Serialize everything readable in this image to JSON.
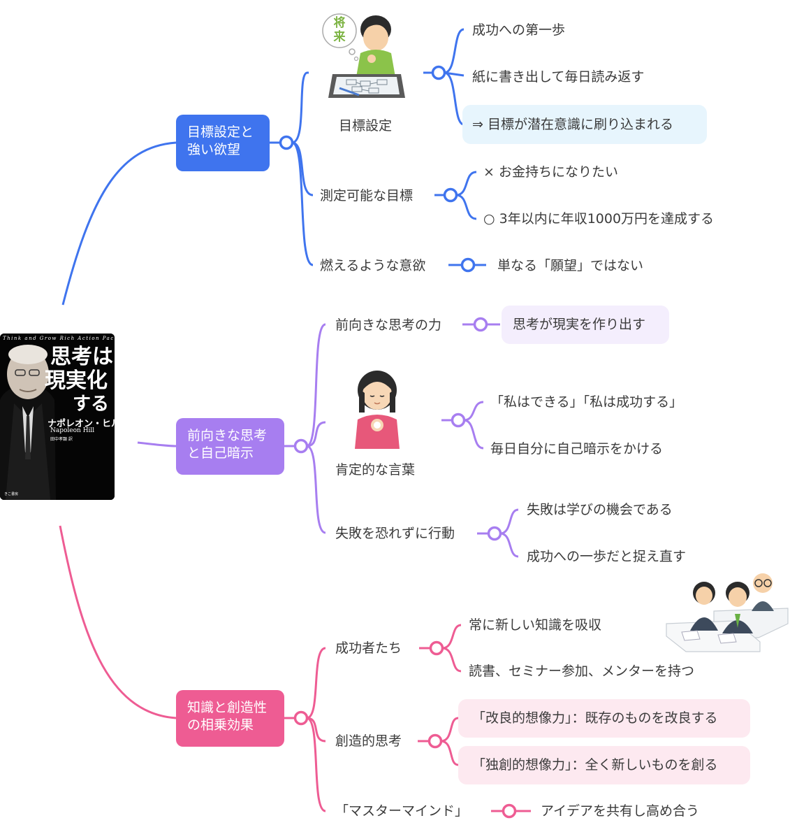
{
  "colors": {
    "blue": "#3f74ee",
    "purple": "#a77ef0",
    "pink": "#ee5c93",
    "blue_light": "#e7f5fd",
    "purple_light": "#f4eefd",
    "pink_light": "#fde9f0"
  },
  "book": {
    "series": "Think and Grow Rich Action Pack",
    "title_lines": [
      "思考は",
      "現実化",
      "する"
    ],
    "author_jp": "ナポレオン・ヒル",
    "author_en": "Napoleon Hill",
    "translator": "田中孝顕 訳",
    "publisher": "きこ書房",
    "illustration": "portrait-photo"
  },
  "branches": {
    "goals": {
      "title_lines": [
        "目標設定と",
        "強い欲望"
      ],
      "illustration": {
        "name": "future-planning-illustration",
        "badge": "将来",
        "caption": "目標設定"
      },
      "items": [
        "成功への第一歩",
        "紙に書き出して毎日読み返す",
        "⇒ 目標が潜在意識に刷り込まれる"
      ],
      "measurable": {
        "label": "測定可能な目標",
        "items": [
          "× お金持ちになりたい",
          "○ 3年以内に年収1000万円を達成する"
        ]
      },
      "passion": {
        "label": "燃えるような意欲",
        "item": "単なる「願望」ではない"
      }
    },
    "positive": {
      "title_lines": [
        "前向きな思考",
        "と自己暗示"
      ],
      "power": {
        "label": "前向きな思考の力",
        "item": "思考が現実を作り出す"
      },
      "affirm": {
        "caption": "肯定的な言葉",
        "illustration": "woman-affirmation-illustration",
        "items": [
          "「私はできる」「私は成功する」",
          "毎日自分に自己暗示をかける"
        ]
      },
      "failure": {
        "label": "失敗を恐れずに行動",
        "items": [
          "失敗は学びの機会である",
          "成功への一歩だと捉え直す"
        ]
      }
    },
    "knowledge": {
      "title_lines": [
        "知識と創造性",
        "の相乗効果"
      ],
      "successful": {
        "label": "成功者たち",
        "items": [
          "常に新しい知識を吸収",
          "読書、セミナー参加、メンターを持つ"
        ],
        "illustration": "seminar-people-illustration"
      },
      "creative": {
        "label": "創造的思考",
        "items": [
          "「改良的想像力」：既存のものを改良する",
          "「独創的想像力」：全く新しいものを創る"
        ]
      },
      "mastermind": {
        "label": "「マスターマインド」",
        "item": "アイデアを共有し高め合う"
      }
    }
  }
}
